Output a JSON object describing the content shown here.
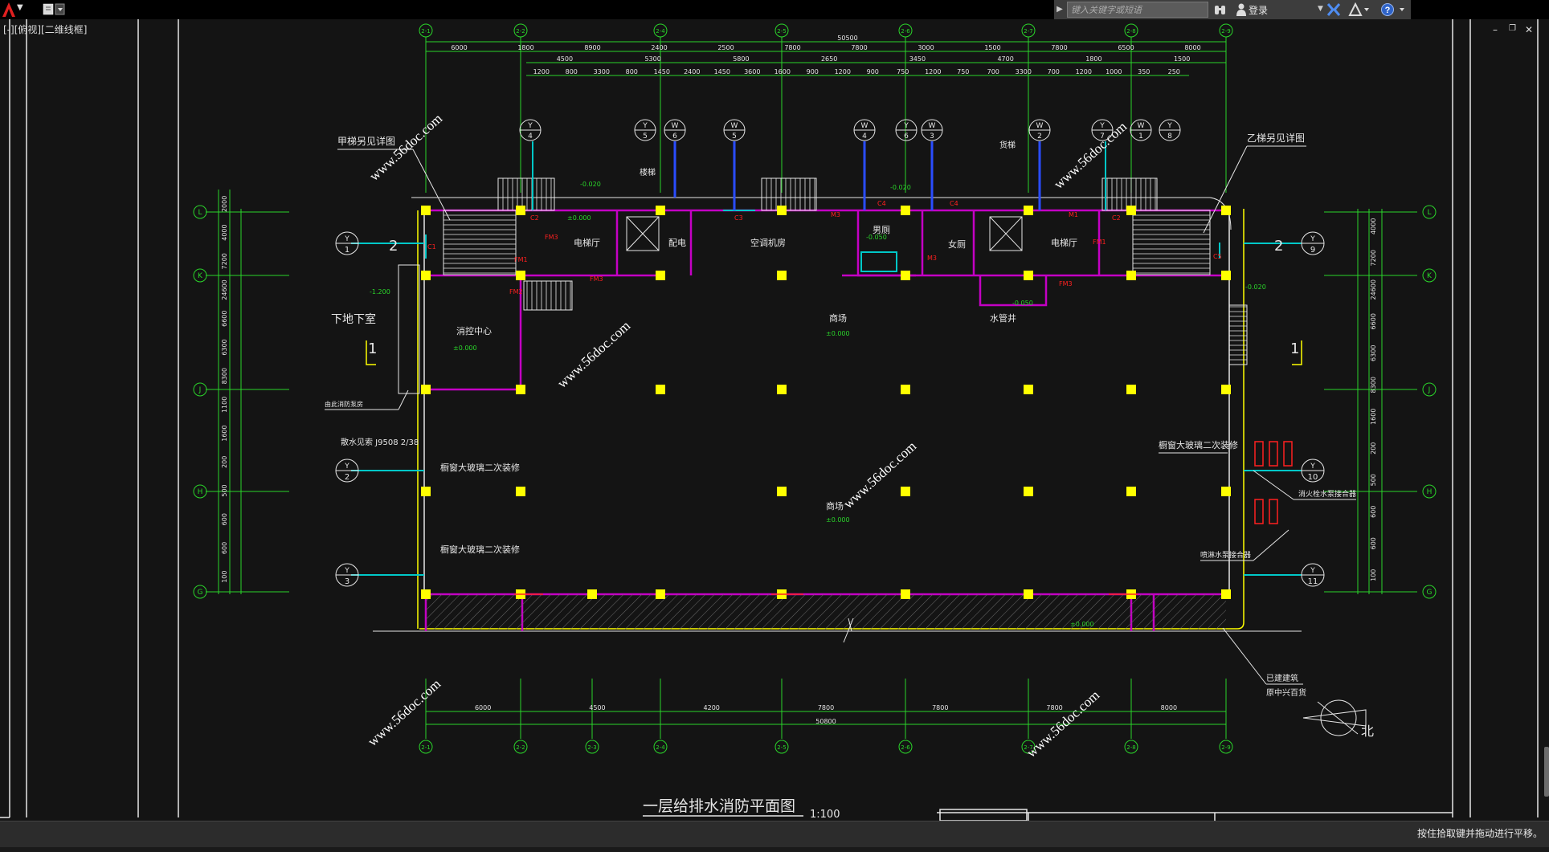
{
  "topbar": {
    "search_placeholder": "键入关键字或短语",
    "login_label": "登录"
  },
  "viewport_label": "[-][俯视][二维线框]",
  "drawing": {
    "overall_dim_top": "50500",
    "overall_dim_bottom": "50800",
    "dims_top_row1": [
      "6000",
      "1800",
      "8900",
      "2400",
      "2500",
      "7800",
      "7800",
      "3000",
      "1500",
      "7800",
      "6500",
      "8000"
    ],
    "dims_top_row2": [
      "4500",
      "5300",
      "5800",
      "2650",
      "3450",
      "4700",
      "1800",
      "1500"
    ],
    "dims_top_row3": [
      "1200",
      "800",
      "3300",
      "800",
      "1450",
      "2400",
      "1450",
      "3600",
      "1600",
      "900",
      "1200",
      "900",
      "750",
      "1200",
      "750",
      "700",
      "3300",
      "700",
      "1200",
      "1000",
      "350",
      "250"
    ],
    "dims_bottom": [
      "6000",
      "4500",
      "4200",
      "7800",
      "7800",
      "7800",
      "8000"
    ],
    "axis_top": [
      "2-1",
      "2-2",
      "2-4",
      "2-5",
      "2-6",
      "2-7",
      "2-8",
      "2-9"
    ],
    "axis_bottom": [
      "2-1",
      "2-2",
      "2-3",
      "2-4",
      "2-5",
      "2-6",
      "2-7",
      "2-8",
      "2-9"
    ],
    "axis_rows": [
      "L",
      "K",
      "J",
      "H",
      "G"
    ],
    "dims_left": [
      "2000",
      "4000",
      "7200",
      "24600",
      "6600",
      "6300",
      "8300",
      "1100",
      "1600",
      "200",
      "500",
      "600",
      "600",
      "100"
    ],
    "dims_right": [
      "4000",
      "7200",
      "24600",
      "6600",
      "6300",
      "8300",
      "1600",
      "200",
      "500",
      "600",
      "600",
      "100"
    ],
    "riser_labels_top": [
      "Y 4",
      "Y 5",
      "W 6",
      "W 5",
      "W 4",
      "Y 6",
      "W 3",
      "W 2",
      "Y 7",
      "W 1",
      "Y 8"
    ],
    "riser_labels_side": [
      "Y 1",
      "Y 2",
      "Y 3",
      "Y 9",
      "Y 10",
      "Y 11"
    ],
    "room_labels": [
      "消控中心",
      "电梯厅",
      "配电",
      "空调机房",
      "男厕",
      "女厕",
      "电梯厅",
      "水管井",
      "商场",
      "商场"
    ],
    "notes": [
      "甲梯另见详图",
      "乙梯另见详图",
      "下地下室",
      "楼梯",
      "货梯",
      "由此消防泵房",
      "散水见索 J9508 2/38",
      "橱窗大玻璃二次装修",
      "橱窗大玻璃二次装修",
      "橱窗大玻璃二次装修",
      "消火栓水泵接合器",
      "喷淋水泵接合器",
      "已建建筑",
      "原中兴百货"
    ],
    "levels": [
      "±0.000",
      "±0.000",
      "±0.000",
      "-1.200",
      "±0.000",
      "-0.020",
      "-0.050",
      "-0.020",
      "-0.050",
      "-0.020",
      "±0.000"
    ],
    "section_marks": [
      "2",
      "2",
      "1",
      "1"
    ],
    "door_labels": [
      "FM3",
      "FM2",
      "FM1",
      "FM3",
      "FM3",
      "FM1",
      "M1",
      "M3",
      "M3",
      "C2",
      "C3",
      "C4",
      "C4",
      "C5",
      "C1",
      "C2"
    ],
    "watermark": "www.56doc.com",
    "north_label": "北",
    "title": "一层给排水消防平面图",
    "scale": "1:100"
  },
  "status_prompt": "按住拾取键并拖动进行平移。",
  "colors": {
    "background": "#141414",
    "green": "#2ad52a",
    "white": "#e6e6e6",
    "magenta": "#c400c4",
    "yellow": "#ffff00",
    "cyan": "#00c8c8",
    "blue": "#2a4dff",
    "red": "#ff2020",
    "watermark": "#ffffff"
  }
}
